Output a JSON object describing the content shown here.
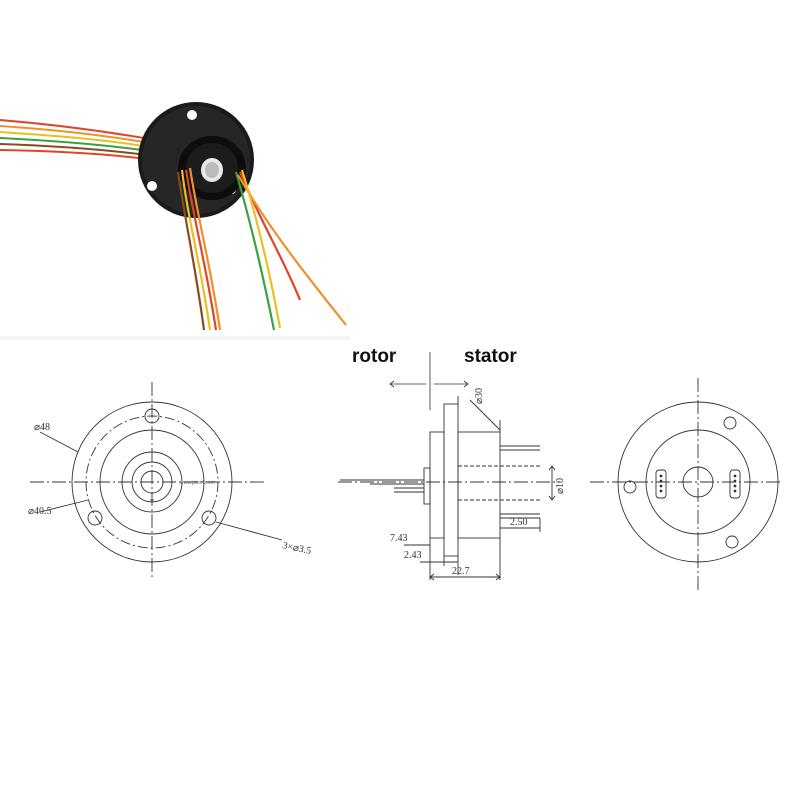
{
  "labels": {
    "rotor": "rotor",
    "stator": "stator",
    "watermark": "www.jstnet.com"
  },
  "front_view": {
    "outer_diameter": "⌀48",
    "bolt_circle": "⌀40.5",
    "holes": "3×⌀3.5"
  },
  "side_view": {
    "flange_diameter": "⌀30",
    "bore_diameter": "⌀10",
    "dim_7_43": "7.43",
    "dim_2_43": "2.43",
    "dim_22_7": "22.7",
    "dim_2_50": "2.50"
  },
  "colors": {
    "line": "#333333",
    "wire_red": "#e0452a",
    "wire_orange": "#f0902a",
    "wire_yellow": "#e8c020",
    "wire_green": "#3aa040",
    "wire_brown": "#8a4a20",
    "body_black": "#1a1a1a"
  },
  "icons": {
    "photo": "slip-ring-photo-icon"
  }
}
